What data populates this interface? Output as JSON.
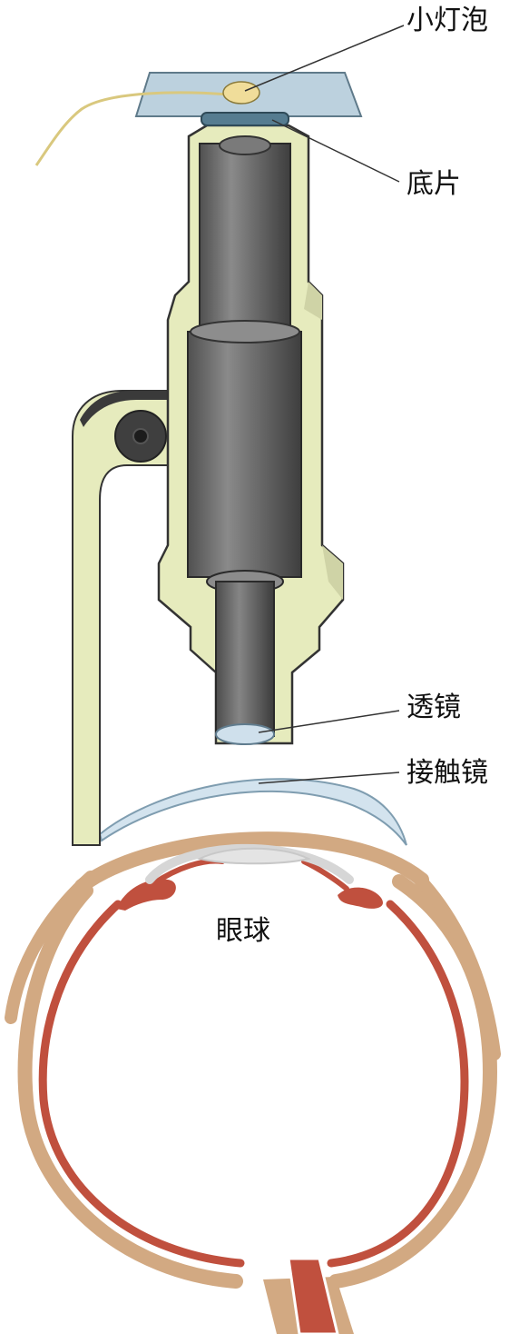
{
  "labels": {
    "bulb": "小灯泡",
    "film": "底片",
    "lens": "透镜",
    "contact_lens": "接触镜",
    "eyeball": "眼球"
  },
  "colors": {
    "housing_fill": "#e6ebbd",
    "cylinder": "#6e6e6e",
    "cylinder_highlight": "#9a9a9a",
    "glass": "#a9c4d6",
    "sclera": "#d2a982",
    "retina": "#c0503e",
    "bulb": "#f0dd9a",
    "contact_lens": "#d3e3ee",
    "leader": "#333333"
  }
}
